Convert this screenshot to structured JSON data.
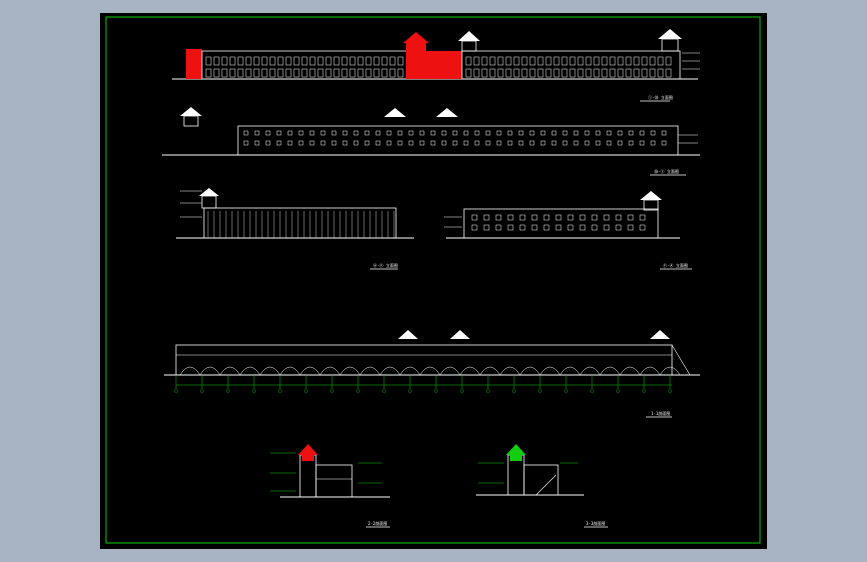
{
  "viewport": {
    "background": "#000000",
    "outer_background": "#a7b2c2",
    "frame_color": "#00cc00",
    "line_color": "#ffffff",
    "accent_red": "#ee1111",
    "accent_green": "#11cc11"
  },
  "sheet": {
    "views": [
      {
        "id": "front-elevation",
        "label": "①-⑳ 立面图"
      },
      {
        "id": "rear-elevation",
        "label": "⑳-① 立面图"
      },
      {
        "id": "left-elevation",
        "label": "Ⓐ-Ⓕ 立面图"
      },
      {
        "id": "right-elevation",
        "label": "Ⓕ-Ⓐ 立面图"
      },
      {
        "id": "long-section",
        "label": "1-1剖面图"
      },
      {
        "id": "section-a",
        "label": "2-2剖面图"
      },
      {
        "id": "section-b",
        "label": "3-3剖面图"
      }
    ]
  }
}
